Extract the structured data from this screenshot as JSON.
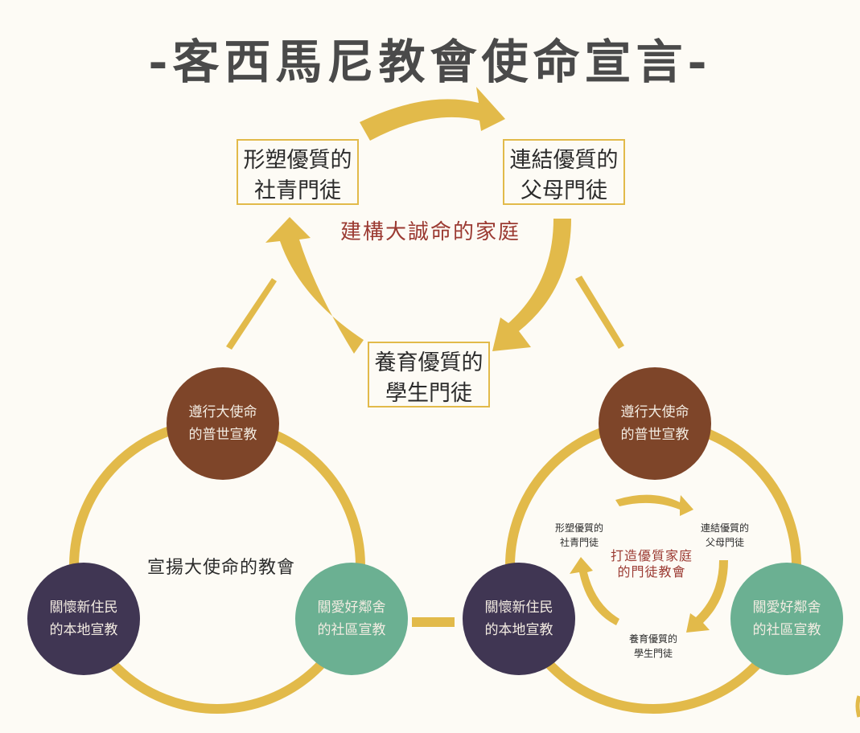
{
  "title": "-客西馬尼教會使命宣言-",
  "colors": {
    "background": "#fdfbf5",
    "gold": "#e2ba4a",
    "brown": "#7e4529",
    "purple": "#403653",
    "green": "#6bb092",
    "red_text": "#9b3a32",
    "title_gray": "#4a4a4a"
  },
  "family_cycle": {
    "center_label": "建構大誠命的家庭",
    "boxes": [
      {
        "line1": "形塑優質的",
        "line2": "社青門徒"
      },
      {
        "line1": "連結優質的",
        "line2": "父母門徒"
      },
      {
        "line1": "養育優質的",
        "line2": "學生門徒"
      }
    ]
  },
  "church_cycle": {
    "center_label": "宣揚大使命的教會",
    "nodes": [
      {
        "line1": "遵行大使命",
        "line2": "的普世宣教",
        "color": "brown"
      },
      {
        "line1": "關懷新住民",
        "line2": "的本地宣教",
        "color": "purple"
      },
      {
        "line1": "關愛好鄰舍",
        "line2": "的社區宣教",
        "color": "green"
      }
    ]
  },
  "combined_cycle": {
    "center_label_line1": "打造優質家庭",
    "center_label_line2": "的門徒教會",
    "inner_labels": [
      {
        "line1": "形塑優質的",
        "line2": "社青門徒"
      },
      {
        "line1": "連結優質的",
        "line2": "父母門徒"
      },
      {
        "line1": "養育優質的",
        "line2": "學生門徒"
      }
    ],
    "nodes": [
      {
        "line1": "遵行大使命",
        "line2": "的普世宣教",
        "color": "brown"
      },
      {
        "line1": "關懷新住民",
        "line2": "的本地宣教",
        "color": "purple"
      },
      {
        "line1": "關愛好鄰舍",
        "line2": "的社區宣教",
        "color": "green"
      }
    ]
  }
}
